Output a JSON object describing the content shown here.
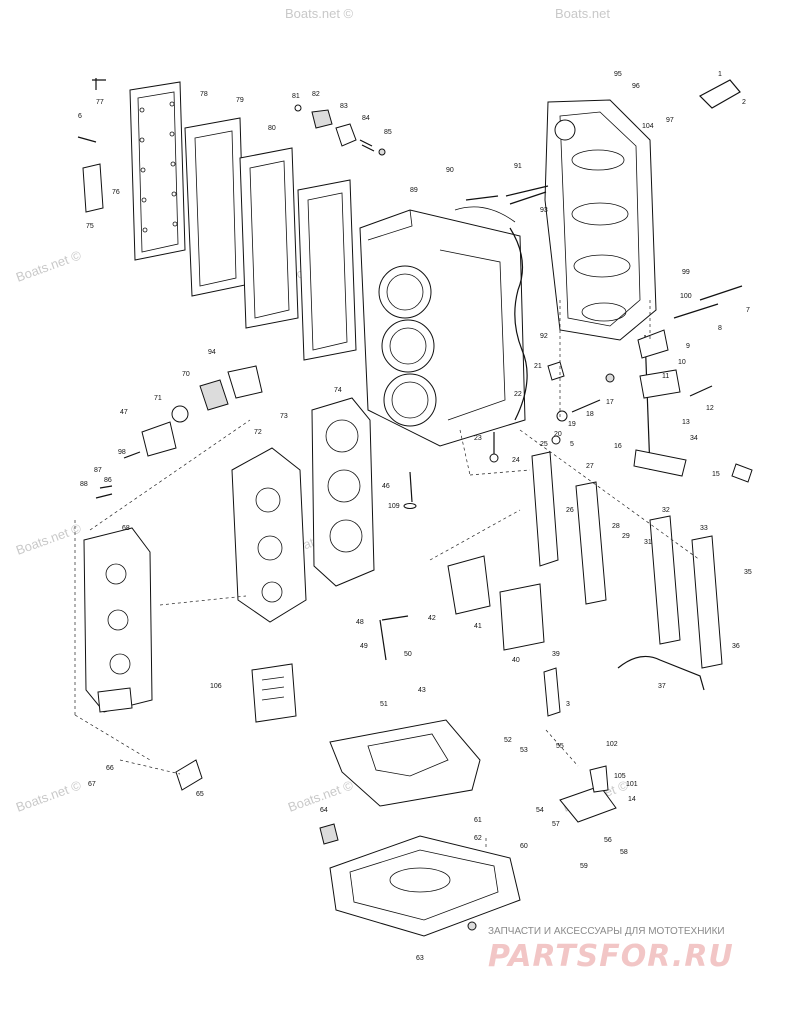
{
  "watermark": "Boats.net ©",
  "watermark_partial": "Boats.net",
  "logo": {
    "tagline": "ЗАПЧАСТИ И АКСЕССУАРЫ ДЛЯ МОТОТЕХНИКИ",
    "brand": "PARTSFOR.RU",
    "color": "#e05a5a"
  },
  "callouts": [
    "1",
    "2",
    "3",
    "5",
    "6",
    "7",
    "8",
    "9",
    "10",
    "11",
    "12",
    "13",
    "14",
    "15",
    "16",
    "17",
    "18",
    "19",
    "20",
    "21",
    "22",
    "23",
    "24",
    "25",
    "26",
    "27",
    "28",
    "29",
    "31",
    "32",
    "33",
    "34",
    "35",
    "36",
    "37",
    "39",
    "40",
    "41",
    "42",
    "43",
    "46",
    "47",
    "48",
    "49",
    "50",
    "51",
    "52",
    "53",
    "54",
    "55",
    "56",
    "57",
    "58",
    "59",
    "60",
    "61",
    "62",
    "63",
    "64",
    "65",
    "66",
    "67",
    "68",
    "70",
    "71",
    "72",
    "73",
    "74",
    "75",
    "76",
    "77",
    "78",
    "79",
    "80",
    "81",
    "82",
    "83",
    "84",
    "85",
    "86",
    "87",
    "88",
    "89",
    "90",
    "91",
    "92",
    "93",
    "94",
    "95",
    "96",
    "97",
    "98",
    "99",
    "100",
    "101",
    "102",
    "104",
    "105",
    "106",
    "109"
  ]
}
